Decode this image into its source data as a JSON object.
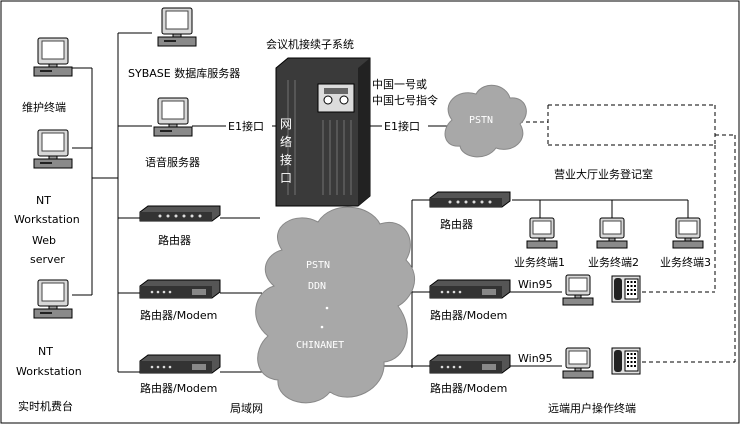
{
  "labels": {
    "maint_terminal": "维护终端",
    "nt_ws_web_1": "NT",
    "nt_ws_web_2": "Workstation",
    "nt_ws_web_3": "Web",
    "nt_ws_web_4": "server",
    "nt_ws_1": "NT",
    "nt_ws_2": "Workstation",
    "billing_console": "实时机费台",
    "sybase_server": "SYBASE 数据库服务器",
    "voice_server": "语音服务器",
    "router": "路由器",
    "router_modem_1": "路由器/Modem",
    "router_modem_2": "路由器/Modem",
    "lan": "局域网",
    "conference_system": "会议机接续子系统",
    "e1_left": "E1接口",
    "e1_right": "E1接口",
    "net_interface": [
      "网",
      "络",
      "接",
      "口"
    ],
    "signaling_1": "中国一号或",
    "signaling_2": "中国七号指令",
    "pstn_small": "PSTN",
    "cloud_pstn": "PSTN",
    "cloud_ddn": "DDN",
    "cloud_chinanet": "CHINANET",
    "business_hall": "营业大厅业务登记室",
    "router_right": "路由器",
    "biz_term_1": "业务终端1",
    "biz_term_2": "业务终端2",
    "biz_term_3": "业务终端3",
    "router_modem_r1": "路由器/Modem",
    "router_modem_r2": "路由器/Modem",
    "win95_1": "Win95",
    "win95_2": "Win95",
    "remote_terminals": "远端用户操作终端"
  }
}
